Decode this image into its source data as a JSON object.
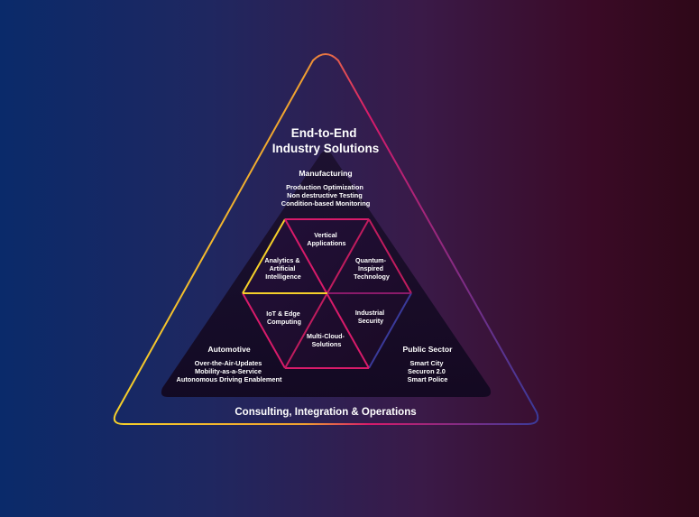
{
  "title_lines": [
    "End-to-End",
    "Industry Solutions"
  ],
  "manufacturing": {
    "heading": "Manufacturing",
    "items": [
      "Production Optimization",
      "Non destructive Testing",
      "Condition-based Monitoring"
    ]
  },
  "automotive": {
    "heading": "Automotive",
    "items": [
      "Over-the-Air-Updates",
      "Mobility-as-a-Service",
      "Autonomous Driving Enablement"
    ]
  },
  "public_sector": {
    "heading": "Public Sector",
    "items": [
      "Smart City",
      "Securon 2.0",
      "Smart Police"
    ]
  },
  "hexagon": [
    {
      "lines": [
        "Vertical",
        "Applications"
      ]
    },
    {
      "lines": [
        "Quantum-",
        "Inspired",
        "Technology"
      ]
    },
    {
      "lines": [
        "Industrial",
        "Security"
      ]
    },
    {
      "lines": [
        "Multi-Cloud-",
        "Solutions"
      ]
    },
    {
      "lines": [
        "IoT & Edge",
        "Computing"
      ]
    },
    {
      "lines": [
        "Analytics &",
        "Artificial",
        "Intelligence"
      ]
    }
  ],
  "footer": "Consulting, Integration & Operations",
  "colors": {
    "yellow": "#f5d02a",
    "magenta": "#d81b6a",
    "pink": "#c01c5e",
    "navy": "#2a3a8a",
    "inner_fill": "#140a22"
  }
}
